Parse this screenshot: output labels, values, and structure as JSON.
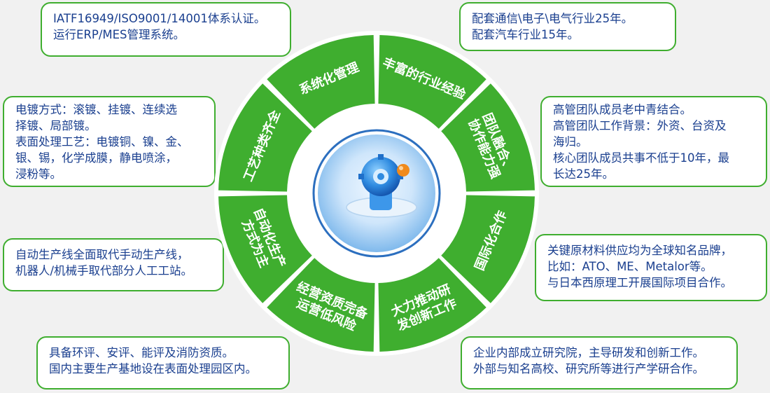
{
  "segments": [
    {
      "lines": [
        "丰富的行业经验"
      ]
    },
    {
      "lines": [
        "团队融合、",
        "协作能力强"
      ]
    },
    {
      "lines": [
        "国际化合作"
      ]
    },
    {
      "lines": [
        "大力推动研",
        "发创新工作"
      ]
    },
    {
      "lines": [
        "经营资质完备",
        "运营低风险"
      ]
    },
    {
      "lines": [
        "自动化生产",
        "方式为主"
      ]
    },
    {
      "lines": [
        "工艺种类齐全"
      ]
    },
    {
      "lines": [
        "系统化管理"
      ]
    }
  ],
  "boxes": {
    "top_left": [
      "IATF16949/ISO9001/14001体系认证。",
      "运行ERP/MES管理系统。"
    ],
    "top_right": [
      "配套通信\\电子\\电气行业25年。",
      " 配套汽车行业15年。"
    ],
    "mid_left_1": [
      "电镀方式：滚镀、挂镀、连续选",
      "择镀、局部镀。",
      "表面处理工艺：电镀铜、镍、金、",
      "银、锡，化学成膜，静电喷涂，",
      "浸粉等。"
    ],
    "mid_right_1": [
      "高管团队成员老中青结合。",
      "高管团队工作背景：外资、台资及",
      "海归。",
      "核心团队成员共事不低于10年，最",
      "长达25年。"
    ],
    "mid_left_2": [
      "自动生产线全面取代手动生产线，",
      "机器人/机械手取代部分人工工站。"
    ],
    "mid_right_2": [
      "关键原材料供应均为全球知名品牌，",
      "比如：ATO、ME、Metalor等。",
      "与日本西原理工开展国际项目合作。"
    ],
    "bottom_left": [
      "具备环评、安评、能评及消防资质。",
      "国内主要生产基地设在表面处理园区内。"
    ],
    "bottom_right": [
      "企业内部成立研究院，主导研发和创新工作。",
      "外部与知名高校、研究所等进行产学研合作。"
    ]
  },
  "colors": {
    "green": "#3fae2f",
    "dark_green": "#2e9a24",
    "text_blue": "#1a3f8f",
    "center_blue": "#1f7ad8",
    "accent_orange": "#f08a1c"
  },
  "icons": {
    "center": "gear-product-icon"
  }
}
